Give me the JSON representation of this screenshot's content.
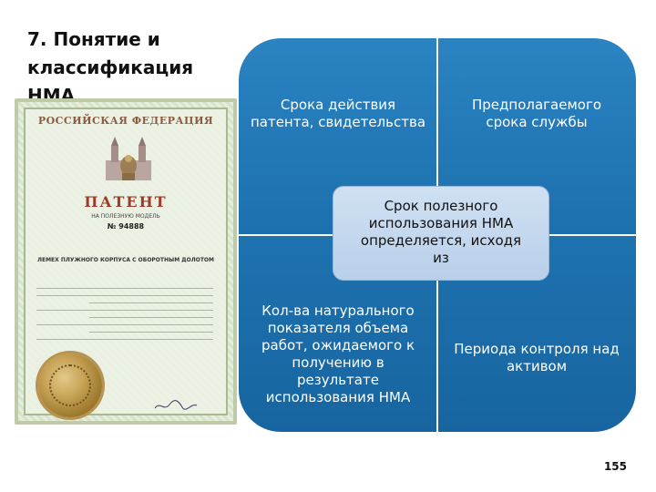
{
  "slide": {
    "title": "7. Понятие и\nклассификация\nНМА",
    "page_number": "155"
  },
  "patent_image": {
    "header": "РОССИЙСКАЯ ФЕДЕРАЦИЯ",
    "title": "ПАТЕНТ",
    "subtitle": "НА ПОЛЕЗНУЮ МОДЕЛЬ",
    "number": "№ 94888",
    "name": "ЛЕМЕХ ПЛУЖНОГО КОРПУСА С ОБОРОТНЫМ ДОЛОТОМ"
  },
  "diagram": {
    "top_left": "Срока действия\nпатента, свидетельства",
    "top_right": "Предполагаемого\nсрока службы",
    "bottom_left": "Кол-ва натурального\nпоказателя объема\nработ, ожидаемого к\nполучению в\nрезультате\nиспользования НМА",
    "bottom_right": "Периода контроля над\nактивом",
    "center": "Срок полезного\nиспользования НМА\nопределяется, исходя\nиз"
  },
  "colors": {
    "quadrant": "#1e73b0",
    "center_box": "#c5d9ee",
    "seal": "#c8a457"
  }
}
